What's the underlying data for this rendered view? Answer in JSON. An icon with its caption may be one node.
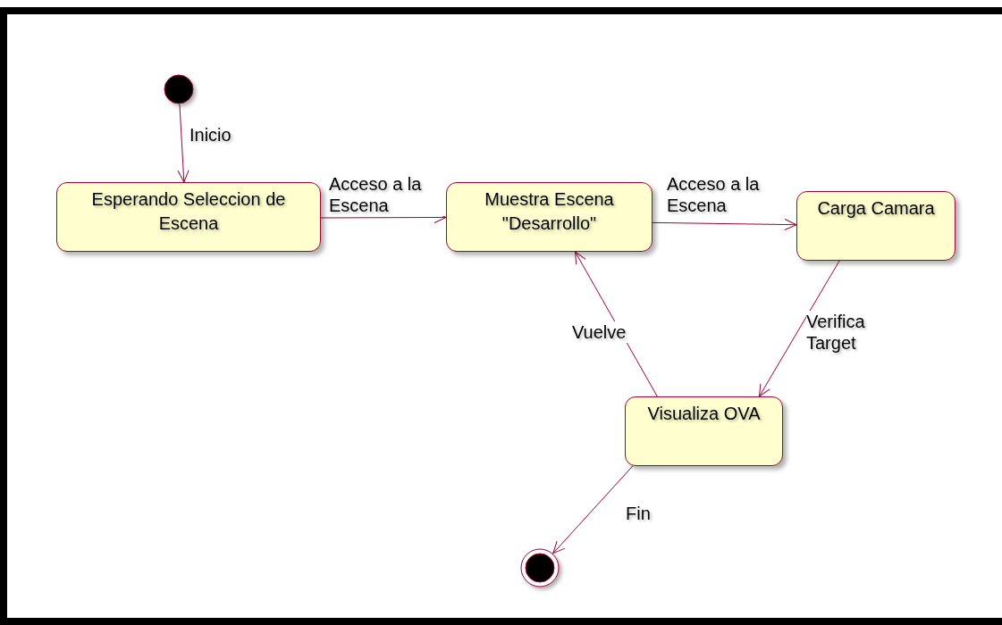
{
  "diagram": {
    "nodes": [
      {
        "text": [],
        "shape": "circle"
      },
      {
        "text": [
          "Esperando Seleccion de Escena"
        ]
      },
      {
        "text": [
          "Muestra Escena \"Desarrollo\""
        ]
      },
      {
        "text": [
          "Carga Camara"
        ]
      },
      {
        "text": [
          "Visualiza OVA"
        ]
      },
      {
        "text": [],
        "shape": "circle"
      }
    ],
    "edges": [
      {
        "from": 0,
        "to": 1,
        "arrow": "to",
        "label": "Inicio"
      },
      {
        "from": 1,
        "to": 2,
        "arrow": "to",
        "label": "Acceso a la Escena"
      },
      {
        "from": 2,
        "to": 3,
        "arrow": "to",
        "label": "Acceso a la Escena"
      },
      {
        "from": 3,
        "to": 4,
        "arrow": "to",
        "label": "Verifica Target"
      },
      {
        "from": 4,
        "to": 2,
        "arrow": "to",
        "label": "Vuelve"
      },
      {
        "from": 4,
        "to": 5,
        "arrow": "to",
        "label": "Fin"
      }
    ]
  }
}
